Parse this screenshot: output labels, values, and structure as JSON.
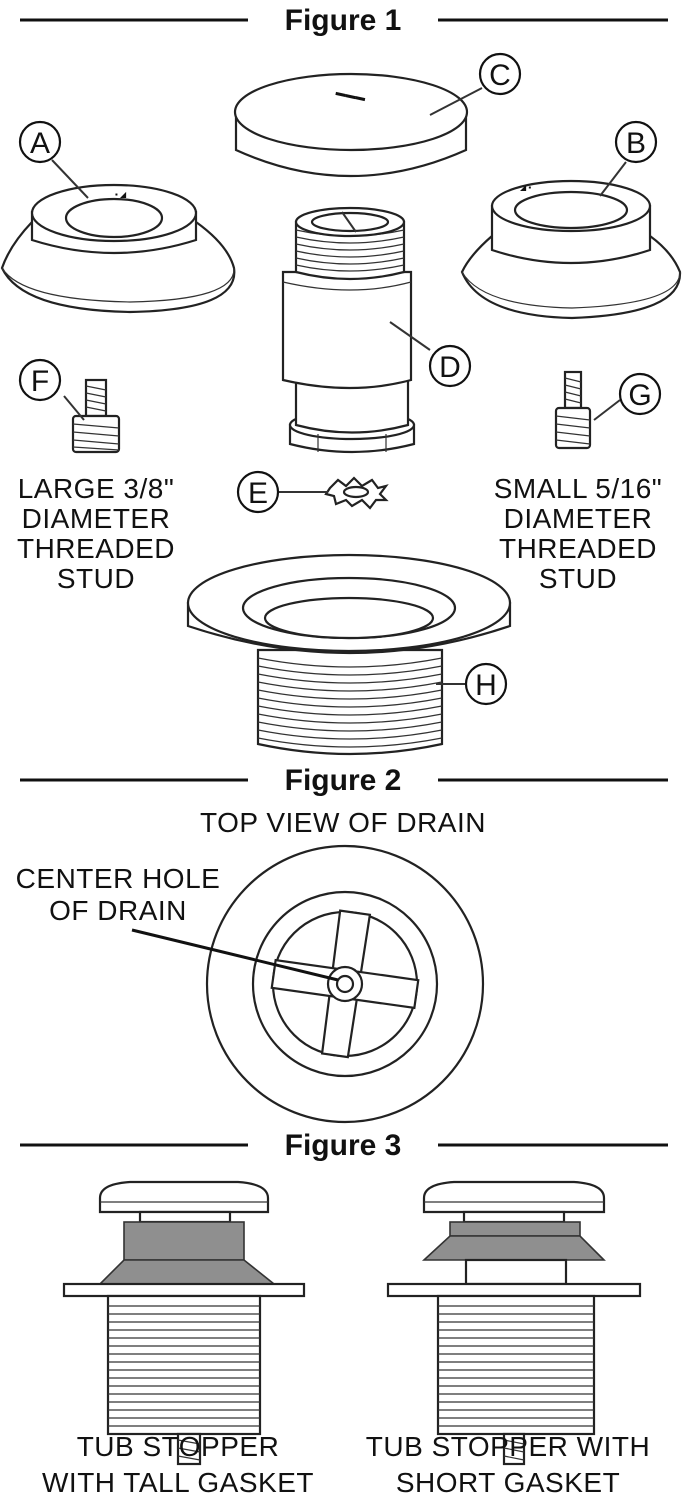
{
  "figure1": {
    "title": "Figure 1",
    "callouts": [
      "A",
      "B",
      "C",
      "D",
      "E",
      "F",
      "G",
      "H"
    ],
    "label_left": [
      "LARGE 3/8\"",
      "DIAMETER",
      "THREADED",
      "STUD"
    ],
    "label_right": [
      "SMALL 5/16\"",
      "DIAMETER",
      "THREADED",
      "STUD"
    ]
  },
  "figure2": {
    "title": "Figure 2",
    "subtitle": "TOP VIEW OF DRAIN",
    "label": [
      "CENTER HOLE",
      "OF DRAIN"
    ]
  },
  "figure3": {
    "title": "Figure 3",
    "left_caption": [
      "TUB STOPPER",
      "WITH TALL GASKET"
    ],
    "right_caption": [
      "TUB STOPPER WITH",
      "SHORT GASKET"
    ]
  },
  "colors": {
    "line": "#222222",
    "gasket": "#8f8f8f"
  }
}
